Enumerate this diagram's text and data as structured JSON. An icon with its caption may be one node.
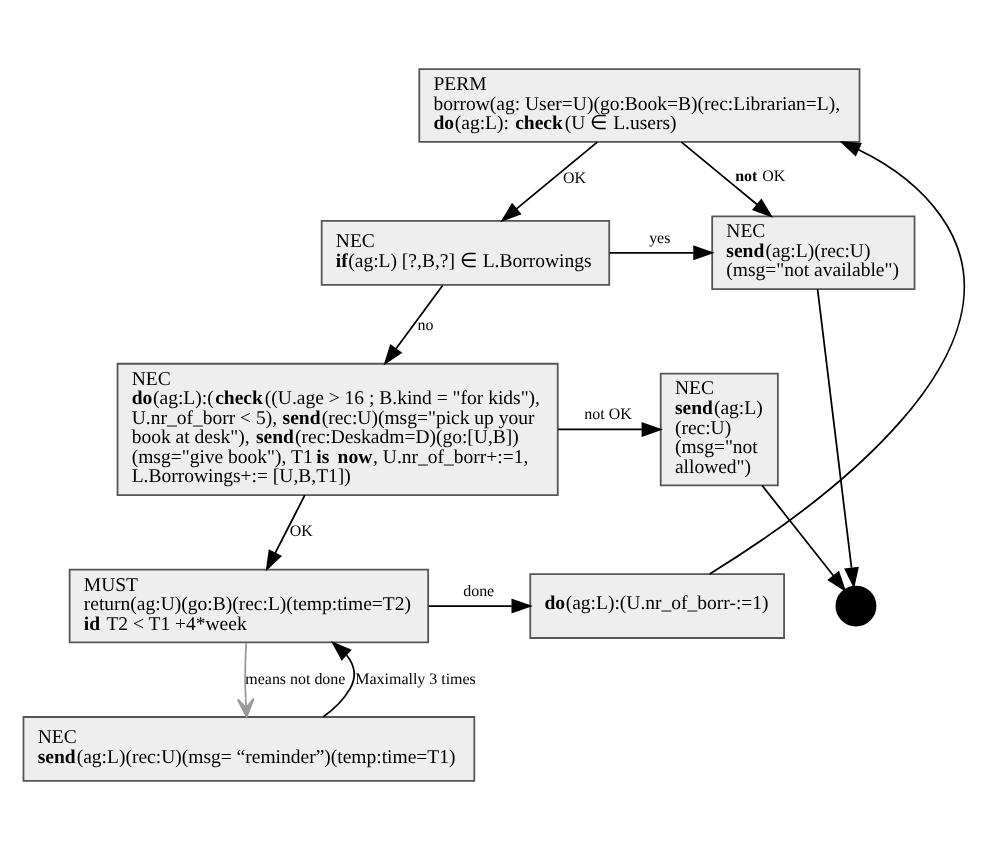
{
  "diagram": {
    "nodes": [
      {
        "text": [
          "PERM",
          "borrow(ag: User=U)(go:Book=B)(rec:Librarian=L), **do**(ag:L): **check**(U ∈ L.users)"
        ]
      },
      {
        "text": [
          "NEC",
          "**if**(ag:L) [?,B,?] ∈ L.Borrowings"
        ]
      },
      {
        "text": [
          "NEC",
          "**send**(ag:L)(rec:U) (msg=\"not available\")"
        ]
      },
      {
        "text": [
          "NEC",
          "**do**(ag:L):(**check**((U.age > 16 ; B.kind = \"for kids\"), U.nr_of_borr < 5), **send**(rec:U)(msg=\"pick up your book at desk\"), **send**(rec:Deskadm=D)(go:[U,B]) (msg=\"give book\"), T1 **is now**, U.nr_of_borr+:=1, L.Borrowings+:= [U,B,T1])"
        ]
      },
      {
        "text": [],
        "shape": "circle"
      },
      {
        "text": [
          "NEC",
          "**send**(ag:L) (rec:U) (msg=\"not allowed\")"
        ]
      },
      {
        "text": [
          "MUST",
          "return(ag:U)(go:B)(rec:L)(temp:time=T2) **id** T2 < T1 +4*week"
        ]
      },
      {
        "text": [
          "**do**(ag:L):(U.nr_of_borr-:=1)"
        ]
      },
      {
        "text": [
          "NEC",
          "**send**(ag:L)(rec:U)(msg= “reminder”)(temp:time=T1)"
        ]
      }
    ],
    "edges": [
      {
        "from": 0,
        "to": 1,
        "arrow": "to",
        "label": "OK"
      },
      {
        "from": 0,
        "to": 2,
        "arrow": "to",
        "label": "**not** OK"
      },
      {
        "from": 1,
        "to": 2,
        "arrow": "to",
        "label": "yes"
      },
      {
        "from": 1,
        "to": 3,
        "arrow": "to",
        "label": "no"
      },
      {
        "from": 2,
        "to": 4,
        "arrow": "to"
      },
      {
        "from": 5,
        "to": 4,
        "arrow": "to"
      },
      {
        "from": 3,
        "to": 5,
        "arrow": "to",
        "label": "not OK"
      },
      {
        "from": 3,
        "to": 6,
        "arrow": "to",
        "label": "OK"
      },
      {
        "from": 6,
        "to": 7,
        "arrow": "to",
        "label": "done"
      },
      {
        "from": 6,
        "to": 8,
        "arrow": "to",
        "label": "means not done",
        "color": "#999999"
      },
      {
        "from": 8,
        "to": 6,
        "arrow": "to",
        "label": "Maximally 3 times"
      },
      {
        "from": 7,
        "to": 0,
        "arrow": "to"
      }
    ]
  }
}
